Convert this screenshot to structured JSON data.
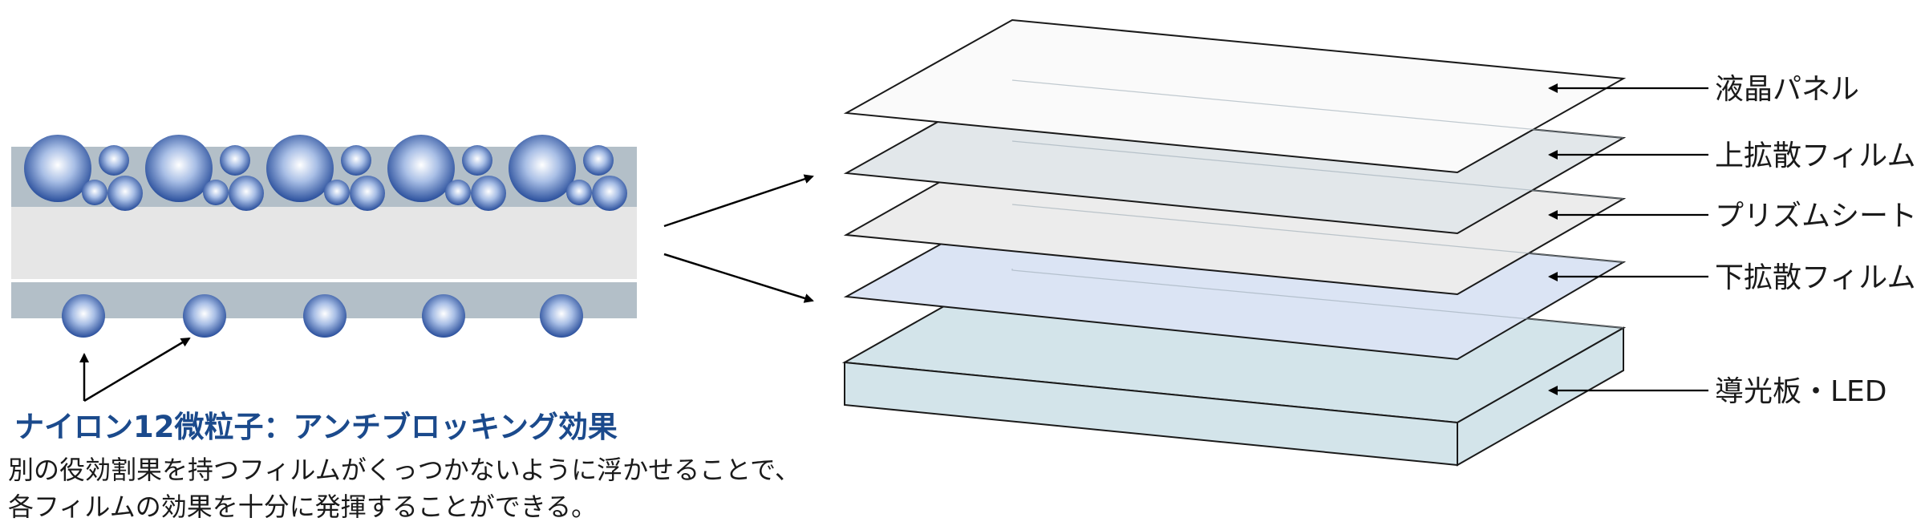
{
  "caption": {
    "title": "ナイロン12微粒子：アンチブロッキング効果",
    "line1": "別の役効割果を持つフィルムがくっつかないように浮かせることで、",
    "line2": "各フィルムの効果を十分に発揮することができる。"
  },
  "layers": [
    {
      "label": "液晶パネル"
    },
    {
      "label": "上拡散フィルム"
    },
    {
      "label": "プリズムシート"
    },
    {
      "label": "下拡散フィルム"
    },
    {
      "label": "導光板・LED"
    }
  ],
  "colors": {
    "particle_center": "#ffffff",
    "particle_edge": "#2a4f9c",
    "film_band": "#b3bfc8",
    "middle_band": "#e6e6e6",
    "caption_title": "#1b4a8c",
    "light_guide": "#d3e4ea"
  }
}
